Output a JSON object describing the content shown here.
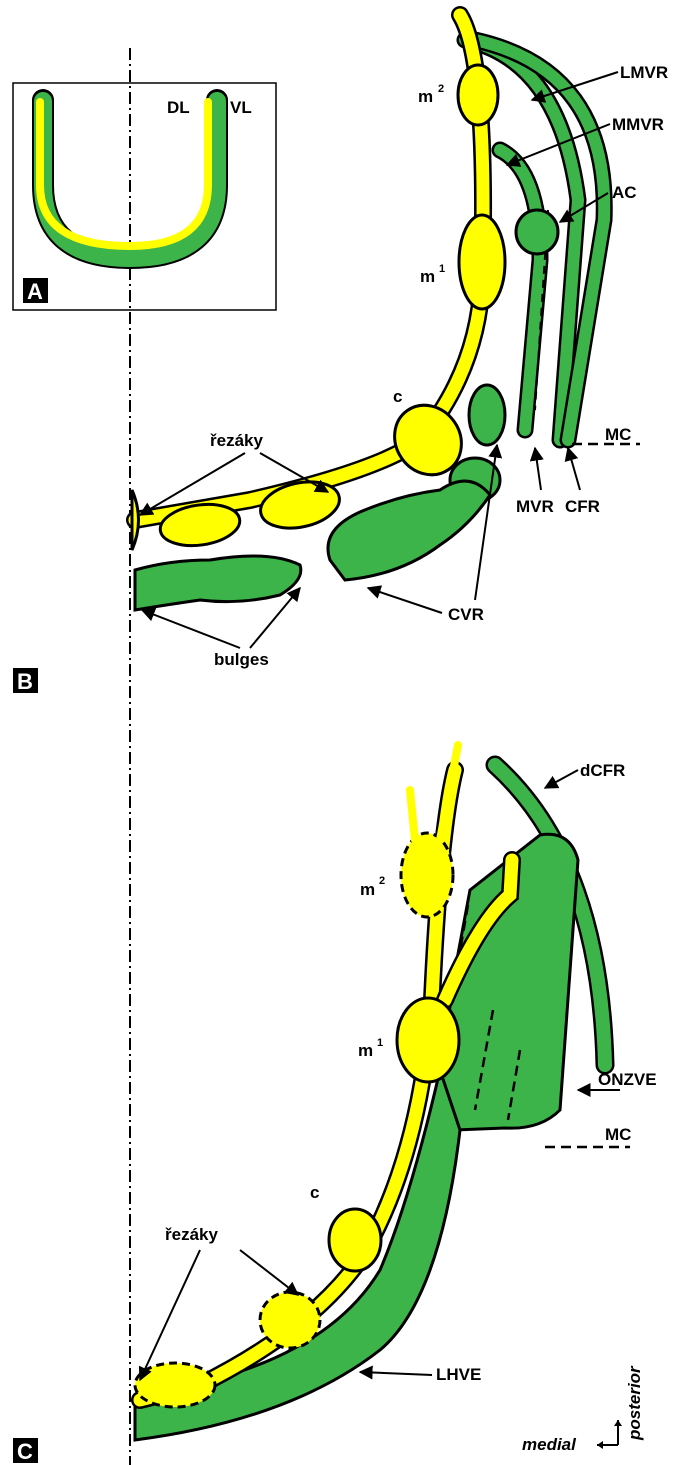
{
  "panels": {
    "a": {
      "letter": "A",
      "labels": {
        "dl": "DL",
        "vl": "VL"
      }
    },
    "b": {
      "letter": "B",
      "labels": {
        "m2": "m",
        "m2_sup": "2",
        "m1": "m",
        "m1_sup": "1",
        "c": "c",
        "lmvr": "LMVR",
        "mmvr": "MMVR",
        "ac": "AC",
        "mc": "MC",
        "mvr": "MVR",
        "cfr": "CFR",
        "rezaky": "řezáky",
        "cvr": "CVR",
        "bulges": "bulges"
      }
    },
    "c": {
      "letter": "C",
      "labels": {
        "dcfr": "dCFR",
        "m2": "m",
        "m2_sup": "2",
        "m1": "m",
        "m1_sup": "1",
        "onzve": "ONZVE",
        "mc": "MC",
        "c": "c",
        "rezaky": "řezáky",
        "lhve": "LHVE",
        "posterior": "posterior",
        "medial": "medial"
      }
    }
  },
  "colors": {
    "green": "#3cb44a",
    "yellow": "#ffff00",
    "outline": "#000000"
  }
}
